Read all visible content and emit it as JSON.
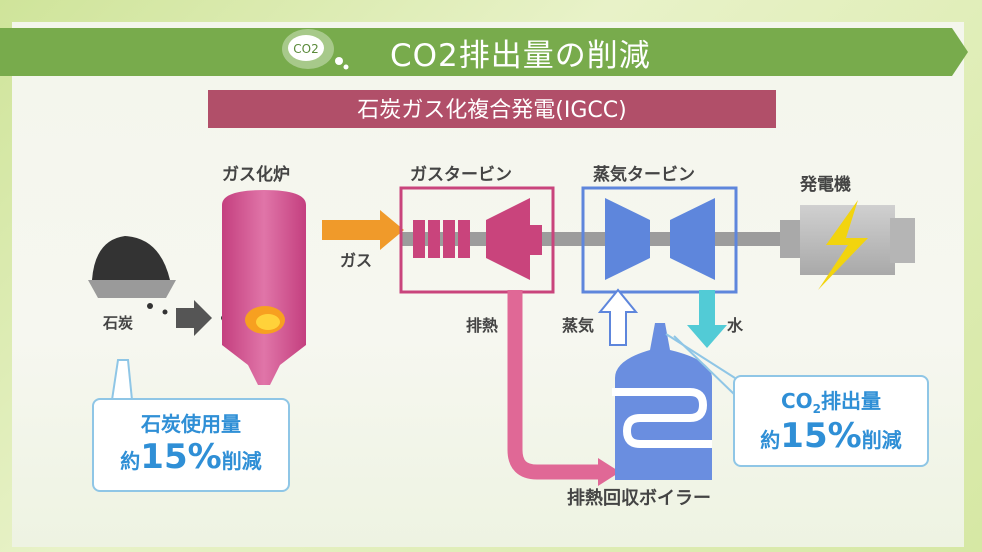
{
  "header": {
    "badge_text": "CO2",
    "title": "CO2排出量の削減"
  },
  "subtitle": "石炭ガス化複合発電(IGCC)",
  "labels": {
    "gasifier": "ガス化炉",
    "gas_turbine": "ガスタービン",
    "steam_turbine": "蒸気タービン",
    "generator": "発電機",
    "coal": "石炭",
    "gas": "ガス",
    "exhaust_heat": "排熱",
    "steam": "蒸気",
    "water": "水",
    "hrsg": "排熱回収ボイラー"
  },
  "callouts": {
    "coal": {
      "line1": "石炭使用量",
      "prefix": "約",
      "value": "15%",
      "suffix": "削減"
    },
    "co2": {
      "line1_a": "CO",
      "line1_sub": "2",
      "line1_b": "排出量",
      "prefix": "約",
      "value": "15%",
      "suffix": "削減"
    }
  },
  "colors": {
    "banner": "#78ab4c",
    "subtitle_bg": "#b14f69",
    "gas_turbine": "#c9447c",
    "steam_turbine": "#5e86dc",
    "callout": "#2f8fd6"
  }
}
